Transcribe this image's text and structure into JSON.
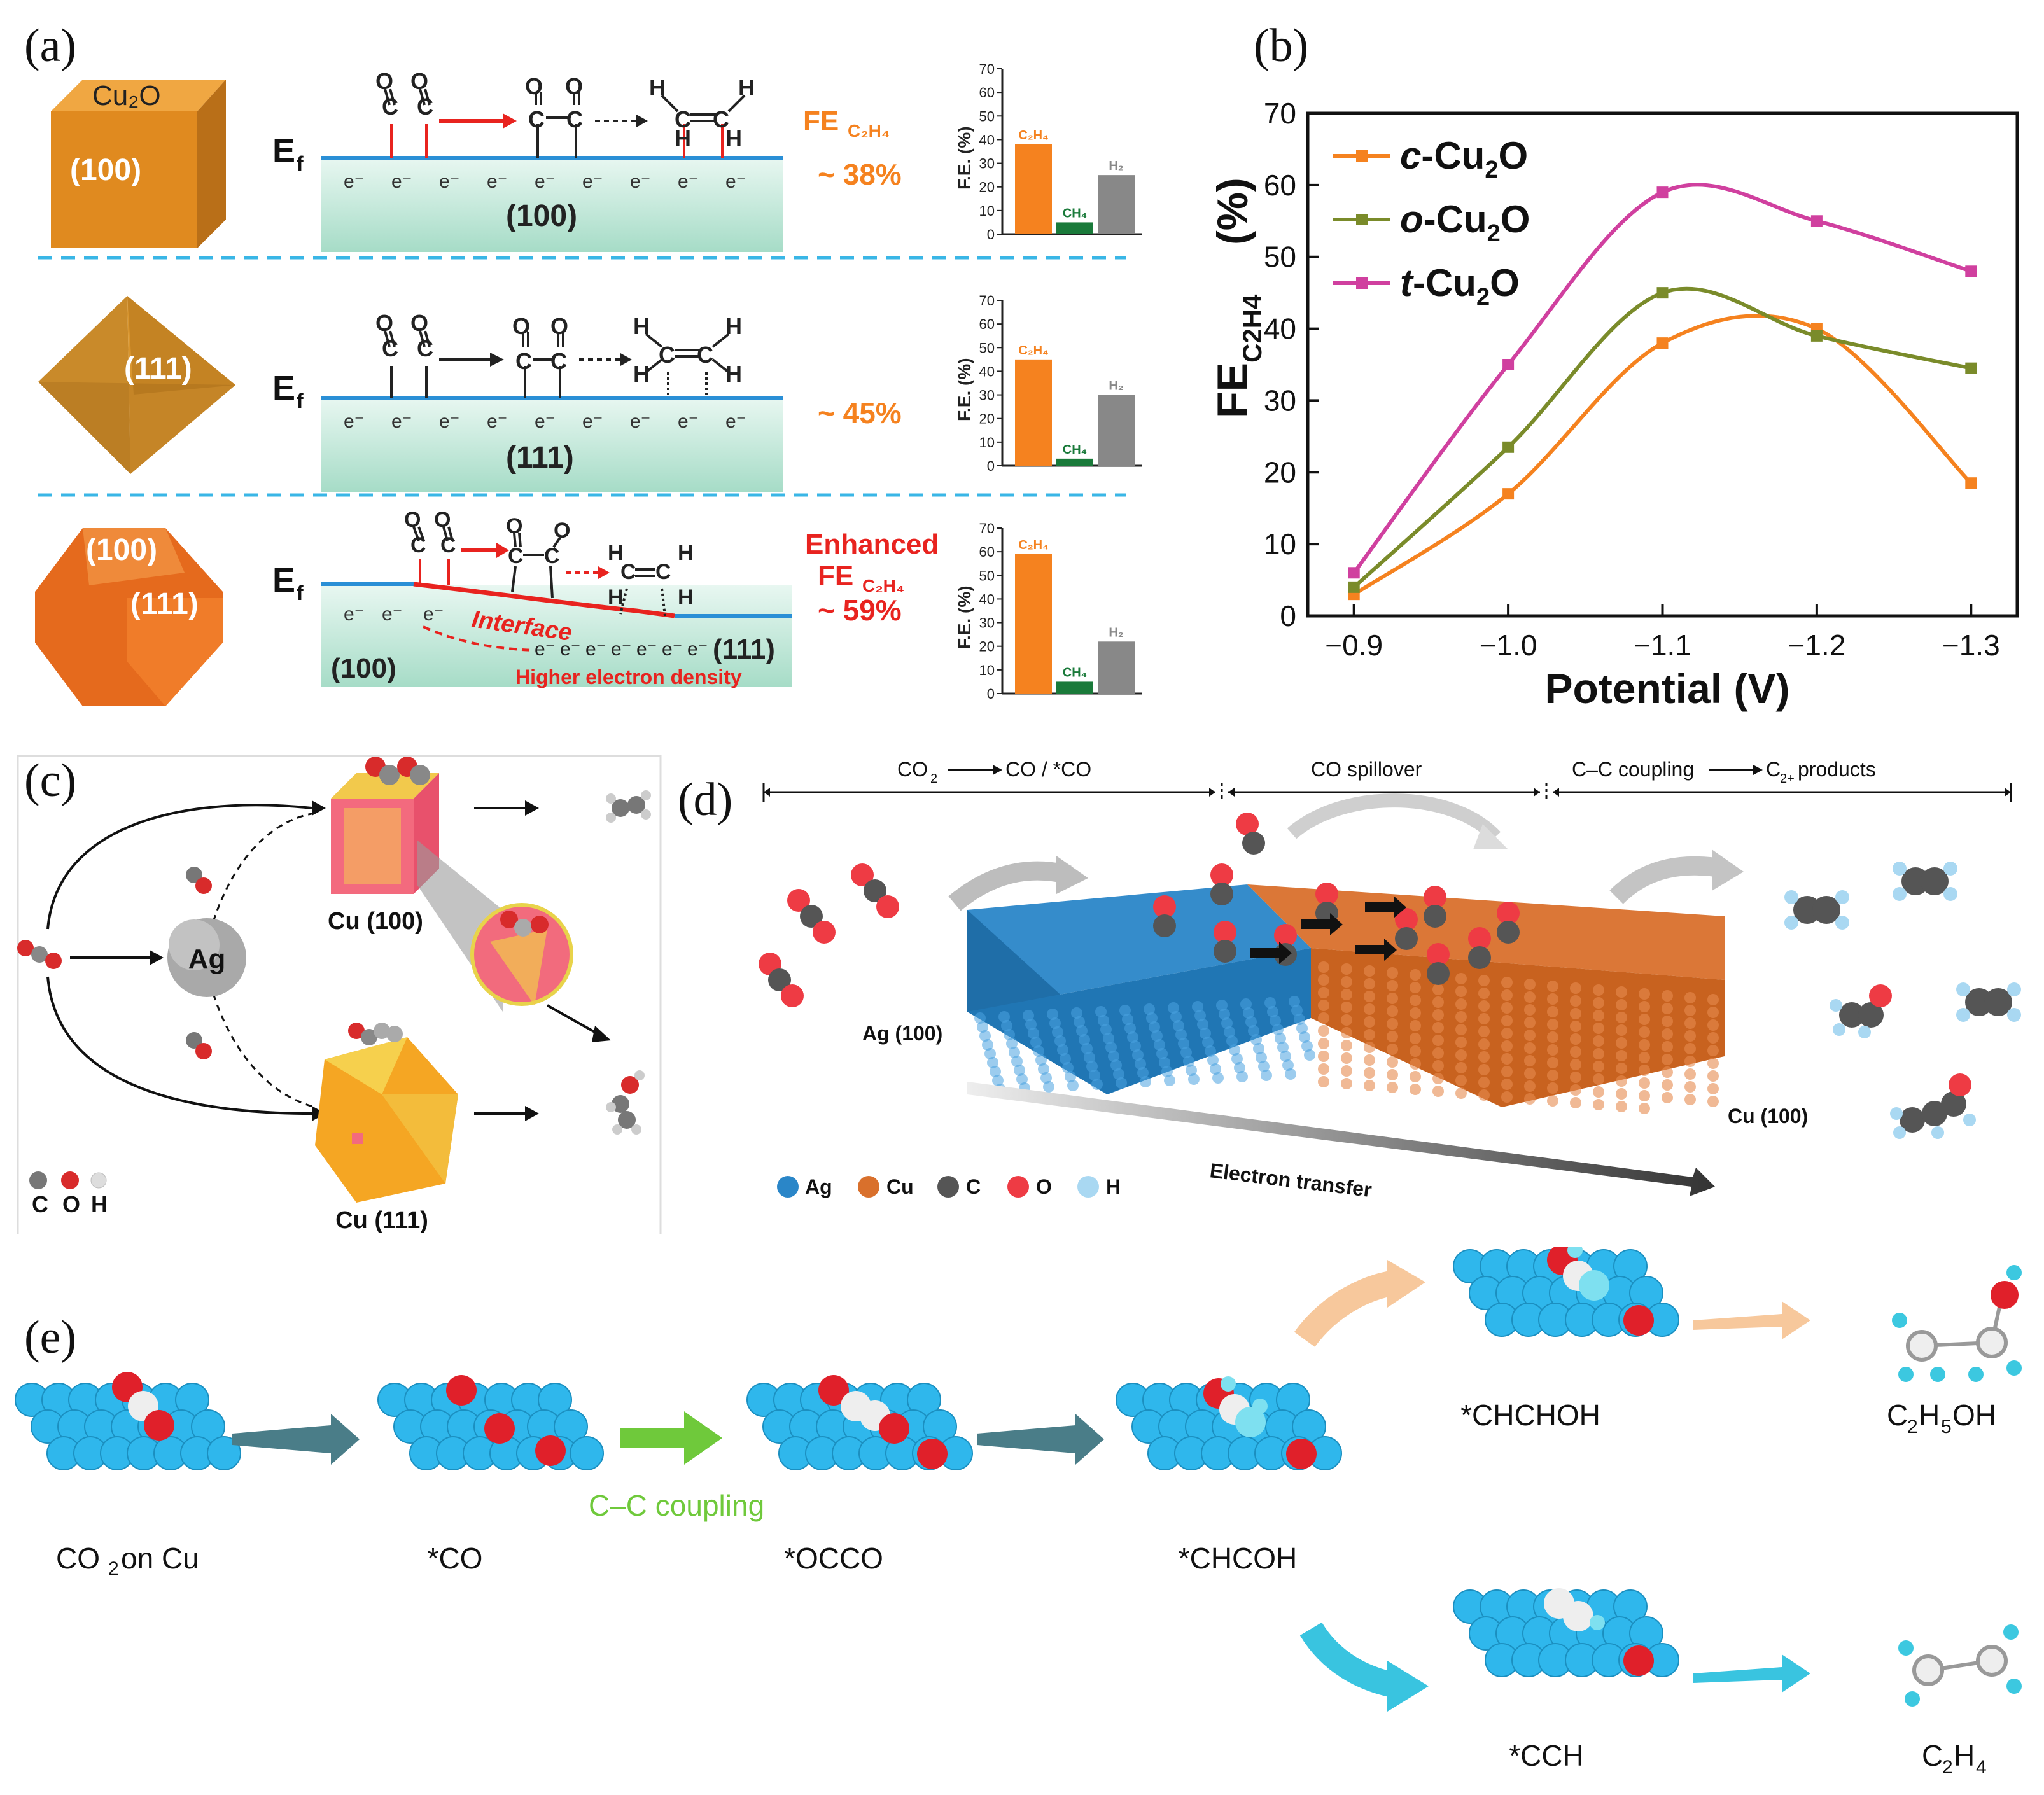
{
  "panel_labels": {
    "a": "(a)",
    "b": "(b)",
    "c": "(c)",
    "d": "(d)",
    "e": "(e)"
  },
  "panel_a": {
    "cube_label": "Cu₂O",
    "ef": "E",
    "ef_sub": "f",
    "electron": "e⁻",
    "fe_prefix": "FE",
    "fe_sub": "C₂H₄",
    "rows": [
      {
        "facet": "(100)",
        "face_label": "(100)",
        "fe_text": "~ 38%",
        "bars": {
          "C2H4": 38,
          "CH4": 5,
          "H2": 25
        }
      },
      {
        "facet": "(111)",
        "face_label": "(111)",
        "fe_text": "~ 45%",
        "bars": {
          "C2H4": 45,
          "CH4": 3,
          "H2": 30
        }
      },
      {
        "facet": "(111)",
        "face_labels": [
          "(100)",
          "(111)"
        ],
        "fe_text": "~ 59%",
        "enhanced": "Enhanced",
        "interface": "Interface",
        "higher": "Higher electron density",
        "surface_left": "(100)",
        "bars": {
          "C2H4": 59,
          "CH4": 5,
          "H2": 22
        }
      }
    ],
    "bar_axis": {
      "label": "F.E. (%)",
      "ticks": [
        "0",
        "10",
        "20",
        "30",
        "40",
        "50",
        "60",
        "70"
      ],
      "ymax": 70
    },
    "bar_labels": {
      "C2H4": "C₂H₄",
      "CH4": "CH₄",
      "H2": "H₂"
    },
    "colors": {
      "cube": "#e08a1f",
      "interface": "#e8231f",
      "orange": "#f5821f",
      "green": "#1a7a3a",
      "gray": "#888888",
      "surface": "#c7eadf",
      "blue_line": "#2a8fd6"
    }
  },
  "chart_data": {
    "type": "line",
    "x": [
      -0.9,
      -1.0,
      -1.1,
      -1.2,
      -1.3
    ],
    "xticks": [
      "−0.9",
      "−1.0",
      "−1.1",
      "−1.2",
      "−1.3"
    ],
    "xlabel": "Potential (V)",
    "ylabel": "FE",
    "ylabel_sub": "C2H4",
    "ylabel_unit": "(%)",
    "yticks": [
      "0",
      "10",
      "20",
      "30",
      "40",
      "50",
      "60",
      "70"
    ],
    "ylim": [
      0,
      70
    ],
    "grid": false,
    "legend": "top-left",
    "series": [
      {
        "name": "c-Cu₂O",
        "prefix": "c",
        "rest": "-Cu",
        "sub": "2",
        "tail": "O",
        "color": "#f5821f",
        "values": [
          3,
          17,
          38,
          40,
          18.5
        ]
      },
      {
        "name": "o-Cu₂O",
        "prefix": "o",
        "rest": "-Cu",
        "sub": "2",
        "tail": "O",
        "color": "#7a8b2a",
        "values": [
          4,
          23.5,
          45,
          39,
          34.5
        ]
      },
      {
        "name": "t-Cu₂O",
        "prefix": "t",
        "rest": "-Cu",
        "sub": "2",
        "tail": "O",
        "color": "#d0409f",
        "values": [
          6,
          35,
          59,
          55,
          48
        ]
      }
    ]
  },
  "panel_c": {
    "ag": "Ag",
    "cu100": "Cu (100)",
    "cu111": "Cu (111)",
    "legend": [
      "C",
      "O",
      "H"
    ]
  },
  "panel_d": {
    "header": {
      "seg1a": "CO",
      "seg1sub": "2",
      "seg1b": "CO / *CO",
      "seg2": "CO spillover",
      "seg3a": "C–C coupling",
      "seg3b": "C",
      "seg3sub": "2+",
      "seg3c": " products"
    },
    "ag100": "Ag (100)",
    "cu100": "Cu (100)",
    "electron_transfer": "Electron transfer",
    "legend": [
      "Ag",
      "Cu",
      "C",
      "O",
      "H"
    ],
    "colors": {
      "Ag": "#2a86c8",
      "Cu": "#d9702c",
      "C": "#555555",
      "O": "#ee3b44",
      "H": "#a9d8f2"
    }
  },
  "panel_e": {
    "co2": "CO",
    "co2_sub": "2",
    "co2_tail": " on Cu",
    "co": "*CO",
    "occo": "*OCCO",
    "chcoh": "*CHCOH",
    "chchoh": "*CHCHOH",
    "cch": "*CCH",
    "coupling": "C–C coupling",
    "ethanol_a": "C",
    "ethanol_sub1": "2",
    "ethanol_b": "H",
    "ethanol_sub2": "5",
    "ethanol_c": "OH",
    "ethylene_a": "C",
    "ethylene_sub1": "2",
    "ethylene_b": "H",
    "ethylene_sub2": "4"
  }
}
